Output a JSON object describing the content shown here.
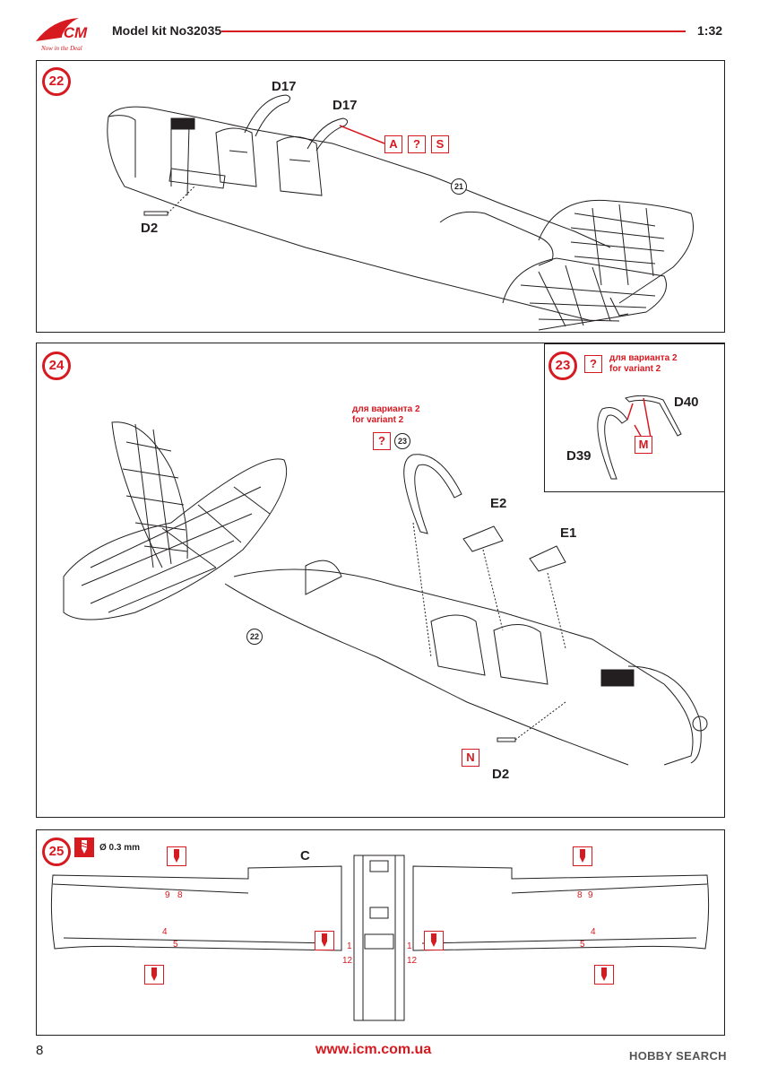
{
  "header": {
    "brand": "ICM",
    "tagline": "Now in the Deal",
    "model_kit": "Model kit No32035",
    "scale": "1:32"
  },
  "step22": {
    "number": "22",
    "labels": {
      "d17_left": "D17",
      "d17_right": "D17",
      "d2": "D2"
    },
    "markers": [
      "A",
      "?",
      "S"
    ],
    "ref": "21"
  },
  "step24": {
    "number": "24",
    "variant_ru": "для варианта 2",
    "variant_en": "for variant 2",
    "variant_marker": "?",
    "variant_ref": "23",
    "labels": {
      "e2": "E2",
      "e1": "E1",
      "d2": "D2"
    },
    "marker_n": "N",
    "ref": "22"
  },
  "step23": {
    "number": "23",
    "marker": "?",
    "variant_ru": "для варианта 2",
    "variant_en": "for variant 2",
    "labels": {
      "d40": "D40",
      "d39": "D39"
    },
    "marker_m": "M"
  },
  "step25": {
    "number": "25",
    "drill_size": "Ø 0.3 mm",
    "part": "C",
    "holes": {
      "h9a": "9",
      "h8a": "8",
      "h8b": "8",
      "h9b": "9",
      "h4a": "4",
      "h5a": "5",
      "h5b": "5",
      "h4b": "4",
      "h1a": "1",
      "h12a": "12",
      "h1b": "1",
      "h12b": "12"
    }
  },
  "footer": {
    "page": "8",
    "website": "www.icm.com.ua",
    "watermark": "HOBBY SEARCH"
  },
  "colors": {
    "accent": "#d71920",
    "line": "#231f20"
  }
}
